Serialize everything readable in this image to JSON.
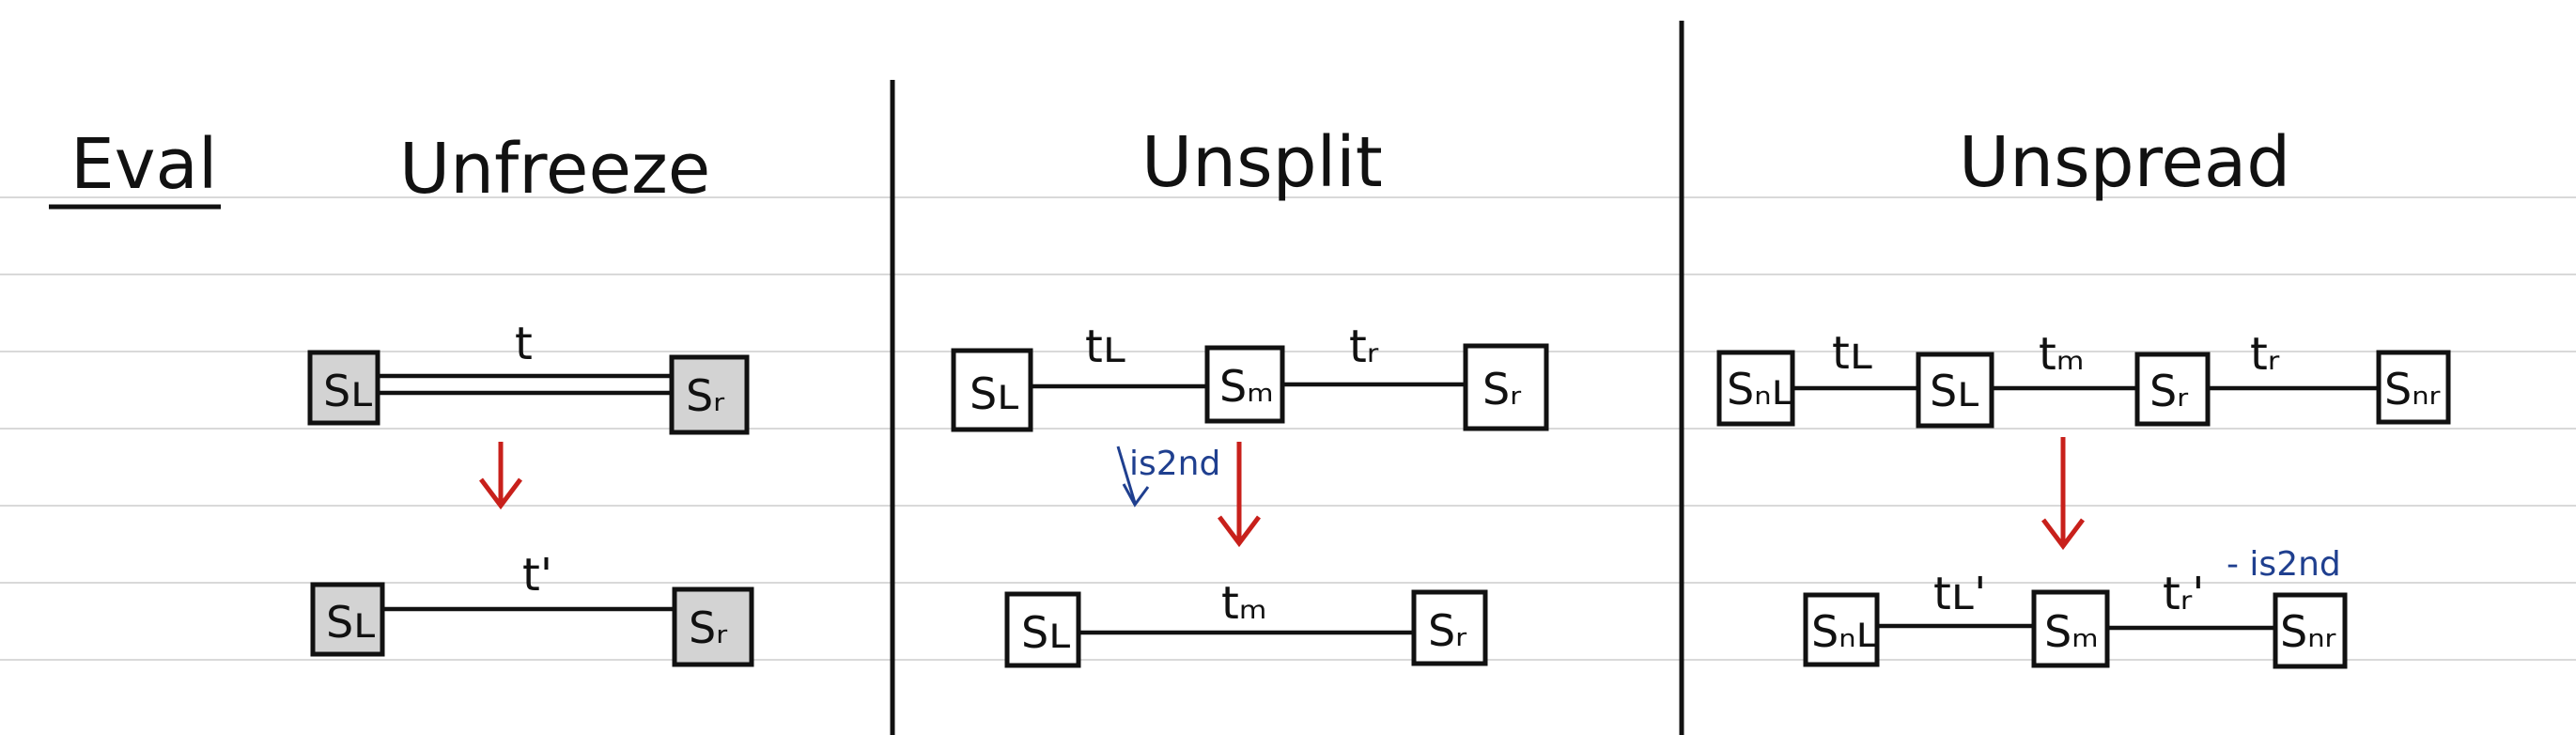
{
  "colors": {
    "ink": "#111111",
    "paper_line": "#d9d9d9",
    "arrow_red": "#c8201b",
    "note_blue": "#1f3f8f",
    "box_fill_grey": "#d3d3d3",
    "box_fill_white": "#ffffff"
  },
  "heading": "Eval",
  "panels": {
    "unfreeze": {
      "title": "Unfreeze",
      "before": {
        "left": "Sʟ",
        "wire": "t",
        "right": "Sᵣ"
      },
      "after": {
        "left": "Sʟ",
        "wire": "t'",
        "right": "Sᵣ"
      }
    },
    "unsplit": {
      "title": "Unsplit",
      "before": {
        "left": "Sʟ",
        "wire_left": "tʟ",
        "mid": "Sₘ",
        "wire_right": "tᵣ",
        "right": "Sᵣ"
      },
      "note": "is2nd",
      "after": {
        "left": "Sʟ",
        "wire": "tₘ",
        "right": "Sᵣ"
      }
    },
    "unspread": {
      "title": "Unspread",
      "before": {
        "b1": "Sₙʟ",
        "w1": "tʟ",
        "b2": "Sʟ",
        "w2": "tₘ",
        "b3": "Sᵣ",
        "w3": "tᵣ",
        "b4": "Sₙᵣ"
      },
      "after": {
        "b1": "Sₙʟ",
        "w1": "tʟ'",
        "b2": "Sₘ",
        "w2": "tᵣ'",
        "b3": "Sₙᵣ"
      },
      "note": "- is2nd"
    }
  }
}
